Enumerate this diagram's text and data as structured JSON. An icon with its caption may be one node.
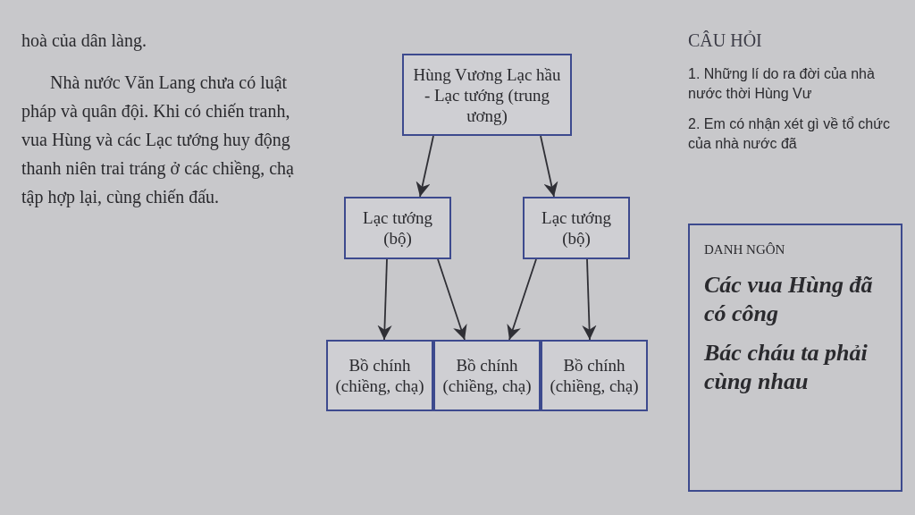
{
  "diagram": {
    "nodes": [
      {
        "text": [
          "Hùng Vương Lạc hầu - Lạc tướng (trung ương)"
        ]
      },
      {
        "text": [
          "Lạc tướng (bộ)"
        ]
      },
      {
        "text": [
          "Lạc tướng (bộ)"
        ]
      },
      {
        "text": [
          "Bồ chính (chiềng, chạ)"
        ]
      },
      {
        "text": [
          "Bồ chính (chiềng, chạ)"
        ]
      },
      {
        "text": [
          "Bồ chính (chiềng, chạ)"
        ]
      }
    ],
    "edges": [
      {
        "from": 0,
        "to": 1,
        "arrow": "to"
      },
      {
        "from": 0,
        "to": 2,
        "arrow": "to"
      },
      {
        "from": 1,
        "to": 3,
        "arrow": "to"
      },
      {
        "from": 1,
        "to": 4,
        "arrow": "to"
      },
      {
        "from": 2,
        "to": 4,
        "arrow": "to"
      },
      {
        "from": 2,
        "to": 5,
        "arrow": "to"
      }
    ],
    "labels": [
      "hoà của dân làng.",
      "Nhà nước Văn Lang chưa có luật pháp và quân đội. Khi có chiến tranh, vua Hùng và các Lạc tướng huy động thanh niên trai tráng ở các chiềng, chạ tập hợp lại, cùng chiến đấu.",
      "CÂU HỎI",
      "1. Những lí do ra đời của nhà nước thời Hùng Vư",
      "2. Em có nhận xét gì về tổ chức của nhà nước đã",
      "DANH NGÔN",
      "Các vua Hùng đã có công",
      "Bác cháu ta phải cùng nhau"
    ]
  }
}
